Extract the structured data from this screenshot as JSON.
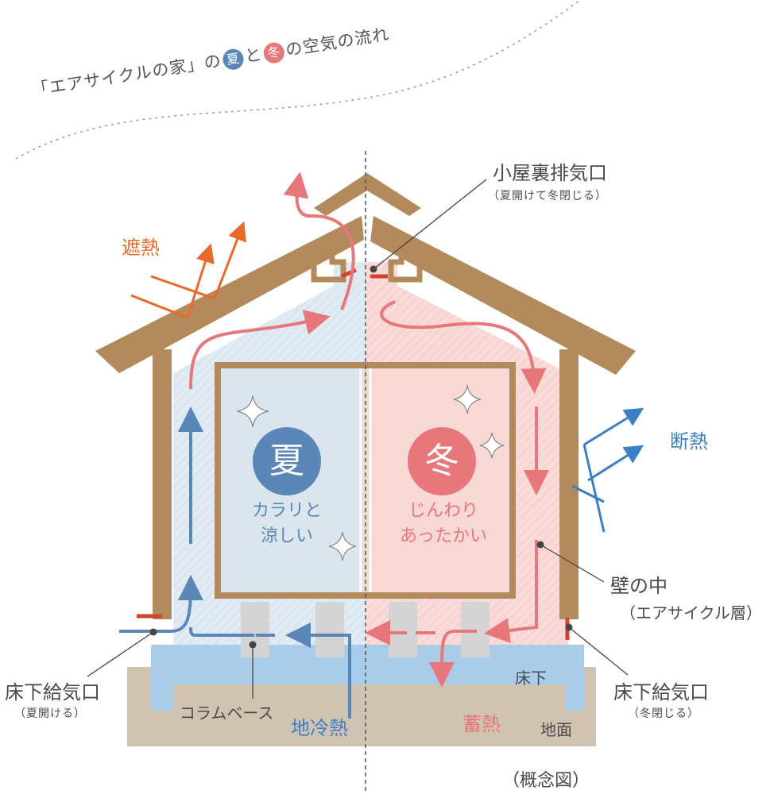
{
  "title": {
    "prefix": "「エアサイクルの家」の",
    "summer": "夏",
    "and": "と",
    "winter": "冬",
    "suffix": "の空気の流れ"
  },
  "labels": {
    "attic_vent": "小屋裏排気口",
    "attic_vent_note": "（夏開けて冬閉じる）",
    "heat_shield": "遮熱",
    "insulation": "断熱",
    "wall_inside": "壁の中",
    "wall_inside_note": "（エアサイクル層）",
    "floor_vent_left": "床下給気口",
    "floor_vent_left_note": "（夏開ける）",
    "floor_vent_right": "床下給気口",
    "floor_vent_right_note": "（冬閉じる）",
    "column_base": "コラムベース",
    "ground_cool": "地冷熱",
    "heat_storage": "蓄熱",
    "under_floor": "床下",
    "ground": "地面",
    "concept": "（概念図）"
  },
  "summer": {
    "badge": "夏",
    "line1": "カラリと",
    "line2": "涼しい",
    "color": "#5a87b8"
  },
  "winter": {
    "badge": "冬",
    "line1": "じんわり",
    "line2": "あったかい",
    "color": "#e7777a"
  },
  "colors": {
    "wood": "#b38a5c",
    "vent_red": "#d0452b",
    "arrow_blue": "#5a87b8",
    "arrow_pink": "#e7777a",
    "orange": "#e86a2b",
    "sky_blue": "#3b80c4",
    "foundation": "#a9cde8",
    "ground": "#d1c3b2"
  }
}
